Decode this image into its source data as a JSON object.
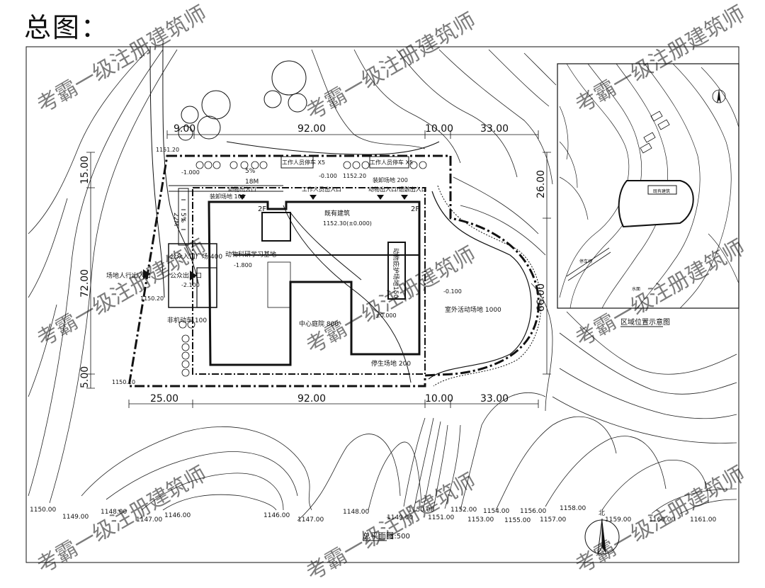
{
  "heading": "总图：",
  "drawing_title": "总平面图",
  "drawing_scale": "1:500",
  "inset_title": "区域位置示意图",
  "north_label": "北",
  "dimensions": {
    "top": [
      "9.00",
      "92.00",
      "10.00",
      "33.00"
    ],
    "bottom": [
      "25.00",
      "92.00",
      "10.00",
      "33.00"
    ],
    "left": [
      "15.00",
      "72.00",
      "5.00"
    ],
    "right": [
      "26.00",
      "66.00"
    ]
  },
  "elevations": {
    "nw_corner": "1151.20",
    "top_road": "1152.20",
    "entry_west": "1150.20",
    "sw_corner": "1150.10",
    "building": "1152.30(±0.000)"
  },
  "levels": {
    "ramp_top": "-1.000",
    "top_mid": "-0.100",
    "study_base": "-1.800",
    "public_entry": "-2.100",
    "courtyard_block": "±0.000",
    "outdoor": "-0.100"
  },
  "ramp": {
    "slope": "5%",
    "length": "18M",
    "side_slope": "5%",
    "side_length": "22M"
  },
  "labels": {
    "staff_parking_1": "工作人员停车 X5",
    "staff_parking_2": "工作人员停车 X5",
    "unloading_1": "装卸场地 100",
    "unloading_2": "装卸场地 200",
    "animal_io": "动物出入口",
    "staff_io": "工作人员出入口",
    "animal_remains_io": "动物出入口/遗骸出入口",
    "existing_building": "既有建筑",
    "floor_2f": "2F",
    "study_base": "动物科研学习基地",
    "public_plaza": "公众入口广场 400",
    "public_entry": "公众出入口",
    "site_ped_entry": "场地人行出入口",
    "bike_parking": "非机动车 100",
    "central_courtyard": "中心庭院  800",
    "sheltered_yard": "动物庇护场地150",
    "breeding_area": "停生场地  200",
    "outdoor_area": "室外活动场地  1000",
    "inset_existing": "既有建筑",
    "inset_parking": "停车场",
    "inset_water": "水面"
  },
  "contours": [
    "1150.00",
    "1149.00",
    "1148.00",
    "1147.00",
    "1146.00",
    "1146.00",
    "1147.00",
    "1148.00",
    "1149.00",
    "1150.00",
    "1151.00",
    "1152.00",
    "1153.00",
    "1154.00",
    "1155.00",
    "1156.00",
    "1157.00",
    "1158.00",
    "1159.00",
    "1160.00",
    "1161.00"
  ],
  "watermark": "考霸一级注册建筑师"
}
